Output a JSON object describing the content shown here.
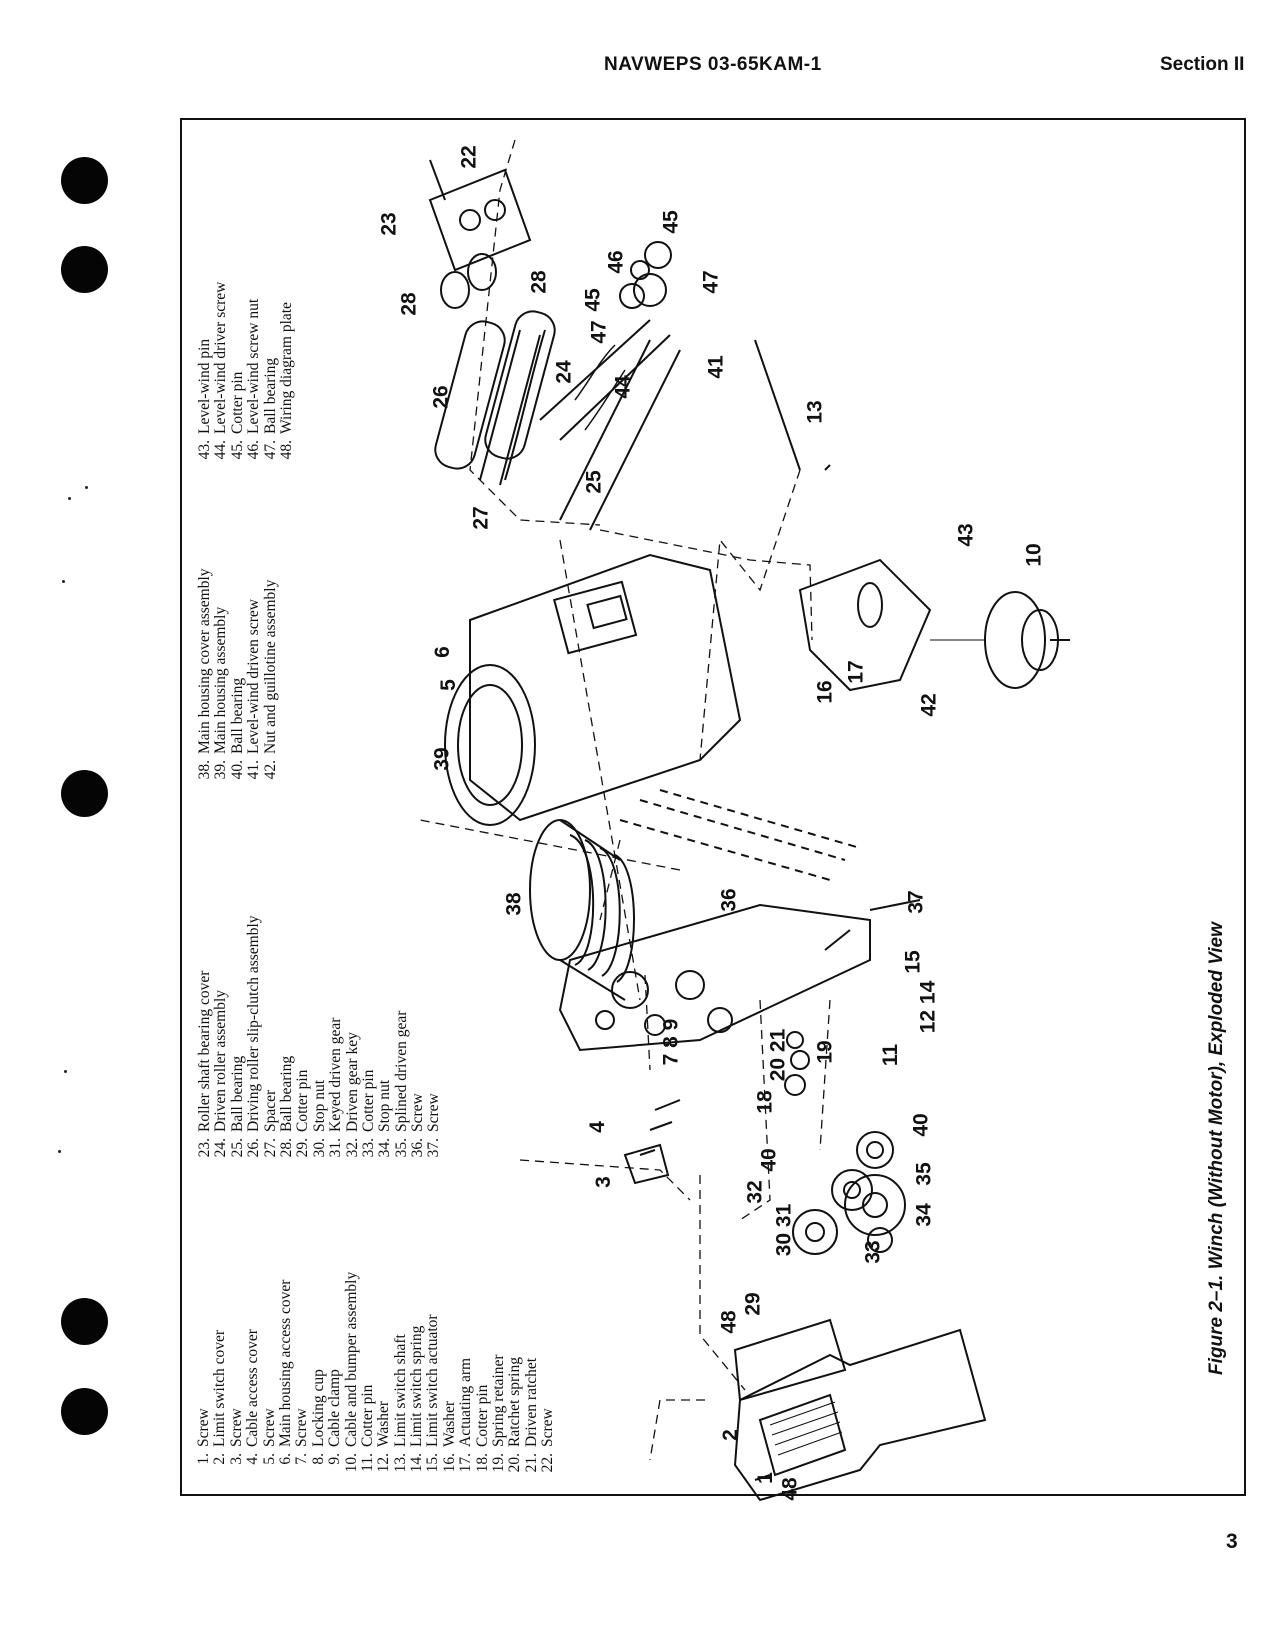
{
  "header": {
    "document_number": "NAVWEPS 03-65KAM-1",
    "section": "Section II"
  },
  "parts_list": {
    "col1": [
      {
        "num": "1.",
        "name": "Screw"
      },
      {
        "num": "2.",
        "name": "Limit switch cover"
      },
      {
        "num": "3.",
        "name": "Screw"
      },
      {
        "num": "4.",
        "name": "Cable access cover"
      },
      {
        "num": "5.",
        "name": "Screw"
      },
      {
        "num": "6.",
        "name": "Main housing access cover"
      },
      {
        "num": "7.",
        "name": "Screw"
      },
      {
        "num": "8.",
        "name": "Locking cup"
      },
      {
        "num": "9.",
        "name": "Cable clamp"
      },
      {
        "num": "10.",
        "name": "Cable and bumper assembly"
      },
      {
        "num": "11.",
        "name": "Cotter pin"
      },
      {
        "num": "12.",
        "name": "Washer"
      },
      {
        "num": "13.",
        "name": "Limit switch shaft"
      },
      {
        "num": "14.",
        "name": "Limit switch spring"
      },
      {
        "num": "15.",
        "name": "Limit switch actuator"
      },
      {
        "num": "16.",
        "name": "Washer"
      },
      {
        "num": "17.",
        "name": "Actuating arm"
      },
      {
        "num": "18.",
        "name": "Cotter pin"
      },
      {
        "num": "19.",
        "name": "Spring retainer"
      },
      {
        "num": "20.",
        "name": "Ratchet spring"
      },
      {
        "num": "21.",
        "name": "Driven ratchet"
      },
      {
        "num": "22.",
        "name": "Screw"
      }
    ],
    "col2": [
      {
        "num": "23.",
        "name": "Roller shaft bearing cover"
      },
      {
        "num": "24.",
        "name": "Driven roller assembly"
      },
      {
        "num": "25.",
        "name": "Ball bearing"
      },
      {
        "num": "26.",
        "name": "Driving roller slip-clutch assembly"
      },
      {
        "num": "27.",
        "name": "Spacer"
      },
      {
        "num": "28.",
        "name": "Ball bearing"
      },
      {
        "num": "29.",
        "name": "Cotter pin"
      },
      {
        "num": "30.",
        "name": "Stop nut"
      },
      {
        "num": "31.",
        "name": "Keyed driven gear"
      },
      {
        "num": "32.",
        "name": "Driven gear key"
      },
      {
        "num": "33.",
        "name": "Cotter pin"
      },
      {
        "num": "34.",
        "name": "Stop nut"
      },
      {
        "num": "35.",
        "name": "Splined driven gear"
      },
      {
        "num": "36.",
        "name": "Screw"
      },
      {
        "num": "37.",
        "name": "Screw"
      }
    ],
    "col3": [
      {
        "num": "38.",
        "name": "Main housing cover assembly"
      },
      {
        "num": "39.",
        "name": "Main housing assembly"
      },
      {
        "num": "40.",
        "name": "Ball bearing"
      },
      {
        "num": "41.",
        "name": "Level-wind driven screw"
      },
      {
        "num": "42.",
        "name": "Nut and guillotine assembly"
      }
    ],
    "col4": [
      {
        "num": "43.",
        "name": "Level-wind pin"
      },
      {
        "num": "44.",
        "name": "Level-wind driver screw"
      },
      {
        "num": "45.",
        "name": "Cotter pin"
      },
      {
        "num": "46.",
        "name": "Level-wind screw nut"
      },
      {
        "num": "47.",
        "name": "Ball bearing"
      },
      {
        "num": "48.",
        "name": "Wiring diagram plate"
      }
    ]
  },
  "callouts": {
    "c1": "1",
    "c2": "2",
    "c3": "3",
    "c4": "4",
    "c5": "5",
    "c6": "6",
    "c789": "7 8 9",
    "c10": "10",
    "c11": "11",
    "c12_14": "12 14",
    "c13": "13",
    "c15": "15",
    "c16": "16",
    "c17": "17",
    "c18": "18",
    "c19": "19",
    "c20_21": "20 21",
    "c22": "22",
    "c23": "23",
    "c24": "24",
    "c25": "25",
    "c26": "26",
    "c27": "27",
    "c28a": "28",
    "c28b": "28",
    "c29": "29",
    "c30_31": "30 31",
    "c32": "32",
    "c33": "33",
    "c34": "34",
    "c35": "35",
    "c36": "36",
    "c37": "37",
    "c38": "38",
    "c39": "39",
    "c40a": "40",
    "c40b": "40",
    "c41": "41",
    "c42": "42",
    "c43": "43",
    "c44": "44",
    "c45a": "45",
    "c45b": "45",
    "c46": "46",
    "c47a": "47",
    "c47b": "47",
    "c48a": "48",
    "c48b": "48"
  },
  "figure": {
    "caption": "Figure 2–1. Winch (Without Motor), Exploded View"
  },
  "page_number": "3"
}
